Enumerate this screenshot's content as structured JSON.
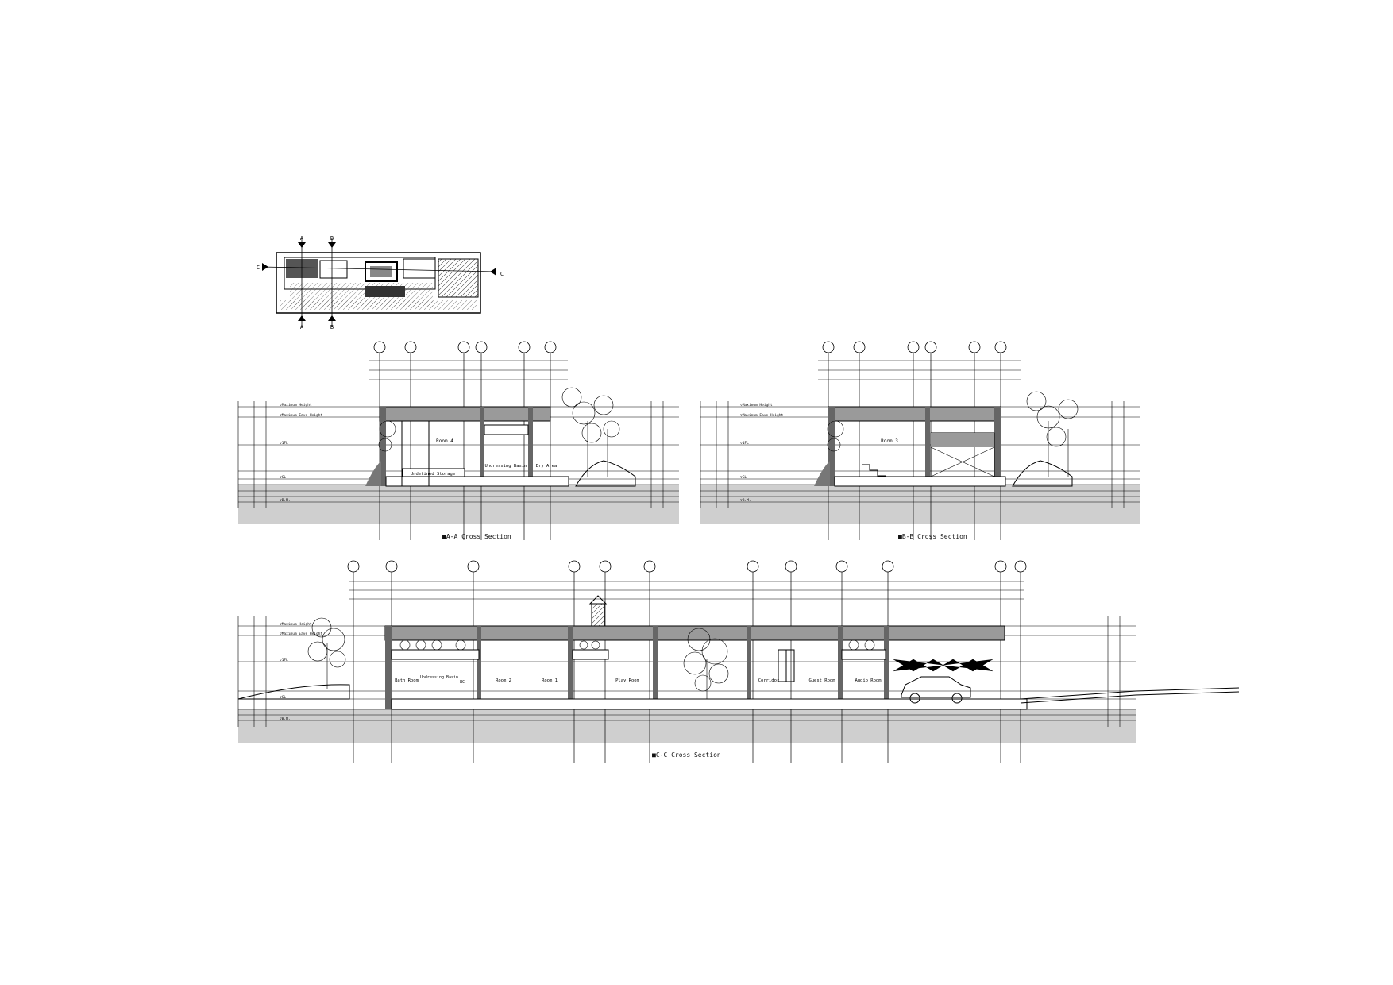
{
  "sections": [
    {
      "key": "aa",
      "caption": "■A-A Cross Section",
      "rooms": [
        "Room 4",
        "Undefined Storage",
        "Undressing Basin",
        "Dry Area"
      ],
      "levels": [
        "▽Maximum Height",
        "▽Maximum Eave Height",
        "▽1FL",
        "▽GL",
        "▽B.M."
      ]
    },
    {
      "key": "bb",
      "caption": "■B-B Cross Section",
      "rooms": [
        "Room 3"
      ],
      "levels": [
        "▽Maximum Height",
        "▽Maximum Eave Height",
        "▽1FL",
        "▽GL",
        "▽B.M."
      ]
    },
    {
      "key": "cc",
      "caption": "■C-C Cross Section",
      "rooms": [
        "Bath Room",
        "Undressing Basin",
        "WC",
        "Room 2",
        "Room 1",
        "Play Room",
        "Corridor",
        "Guest Room",
        "Audio Room"
      ],
      "levels": [
        "▽Maximum Height",
        "▽Maximum Eave Height",
        "▽1FL",
        "▽GL",
        "▽B.M."
      ]
    }
  ],
  "key_plan": {
    "markers": [
      "A",
      "B",
      "C"
    ]
  }
}
